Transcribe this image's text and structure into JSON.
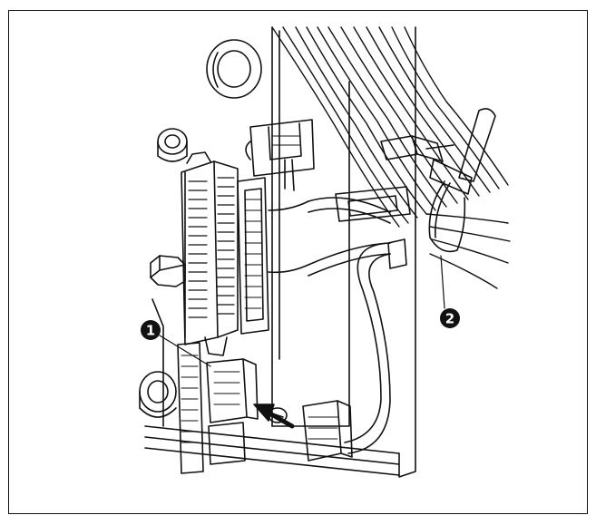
{
  "diagram": {
    "callouts": [
      {
        "label": "1",
        "symbol": "❶"
      },
      {
        "label": "2",
        "symbol": "❷"
      }
    ],
    "colors": {
      "line": "#111111",
      "background": "#ffffff"
    },
    "icons": {
      "arrow": "insertion-arrow-icon"
    }
  }
}
